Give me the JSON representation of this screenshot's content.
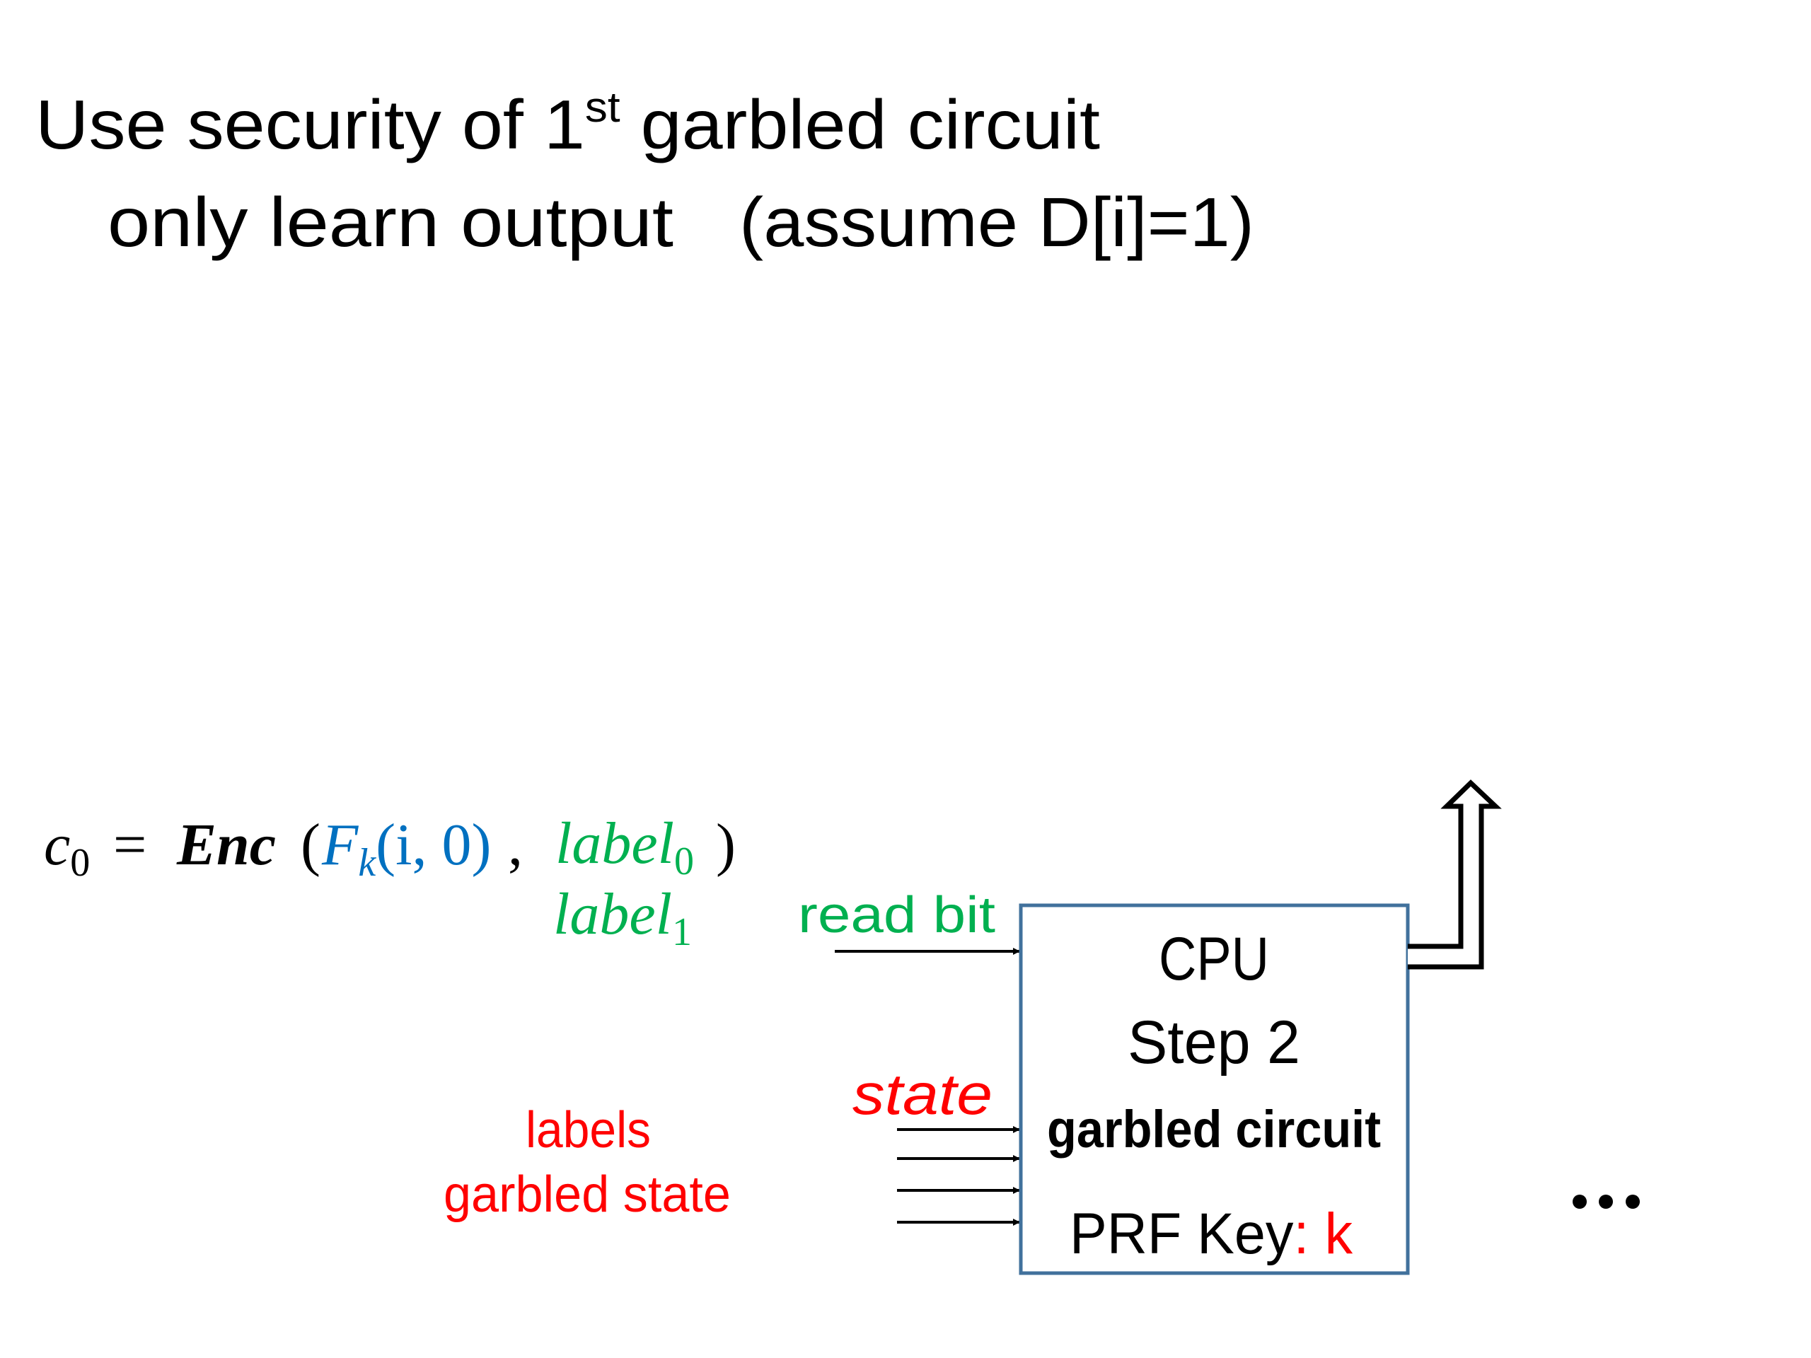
{
  "slide": {
    "title": {
      "line1_prefix": "Use security of 1",
      "line1_sup": "st",
      "line1_suffix": " garbled circuit",
      "line2_main": "only learn output",
      "line2_note": "(assume D[i]=1)"
    },
    "equation": {
      "lhs": "c",
      "lhs_sub": "0",
      "equals": "=",
      "func": "Enc",
      "open_paren": "(",
      "prf": "F",
      "prf_sub": "k",
      "prf_args": "(i, 0)",
      "comma": ",",
      "label0": "label",
      "label0_sub": "0",
      "close_paren": ")",
      "label1": "label",
      "label1_sub": "1"
    },
    "inputs": {
      "read_bit": "read  bit",
      "state": "state",
      "labels": "labels",
      "garbled_state": "garbled state",
      "state_arrow_count": 4
    },
    "cpu_box": {
      "line1": "CPU",
      "line2": "Step 2",
      "line3": "garbled circuit",
      "key_label": "PRF Key",
      "key_sep": ": ",
      "key_value": "k"
    },
    "continuation": "•••",
    "colors": {
      "text": "#000000",
      "green": "#00b050",
      "blue": "#0070c0",
      "red": "#ff0000",
      "box_border": "#41719c"
    }
  }
}
